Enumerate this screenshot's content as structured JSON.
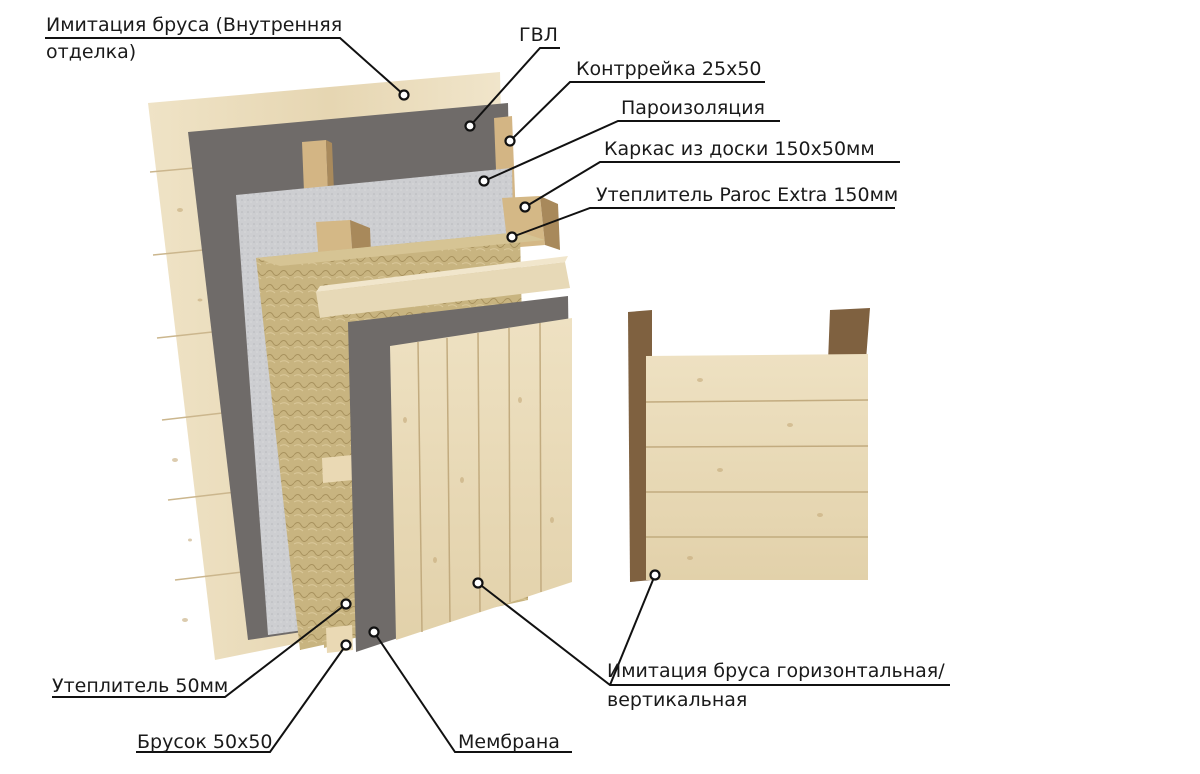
{
  "callouts": {
    "inner_finish_line1": "Имитация бруса (Внутренняя",
    "inner_finish_line2": "отделка)",
    "gvl": "ГВЛ",
    "counter_batten": "Контррейка 25x50",
    "vapor_barrier": "Пароизоляция",
    "frame": "Каркас из доски 150x50мм",
    "insulation_main": "Утеплитель Paroc Extra 150мм",
    "insulation_50": "Утеплитель 50мм",
    "batten_50": "Брусок 50x50",
    "membrane": "Мембрана",
    "outer_finish_line1": "Имитация бруса горизонтальная/",
    "outer_finish_line2": "вертикальная"
  },
  "colors": {
    "wood_light": "#e9dcbc",
    "wood_mid": "#d9c69d",
    "gvl_gray": "#6e6a68",
    "vapor_gray": "#cfd0d2",
    "insulation": "#c9b582",
    "stud": "#cfae7d",
    "dark_post": "#8a6a43",
    "line": "#111111"
  }
}
